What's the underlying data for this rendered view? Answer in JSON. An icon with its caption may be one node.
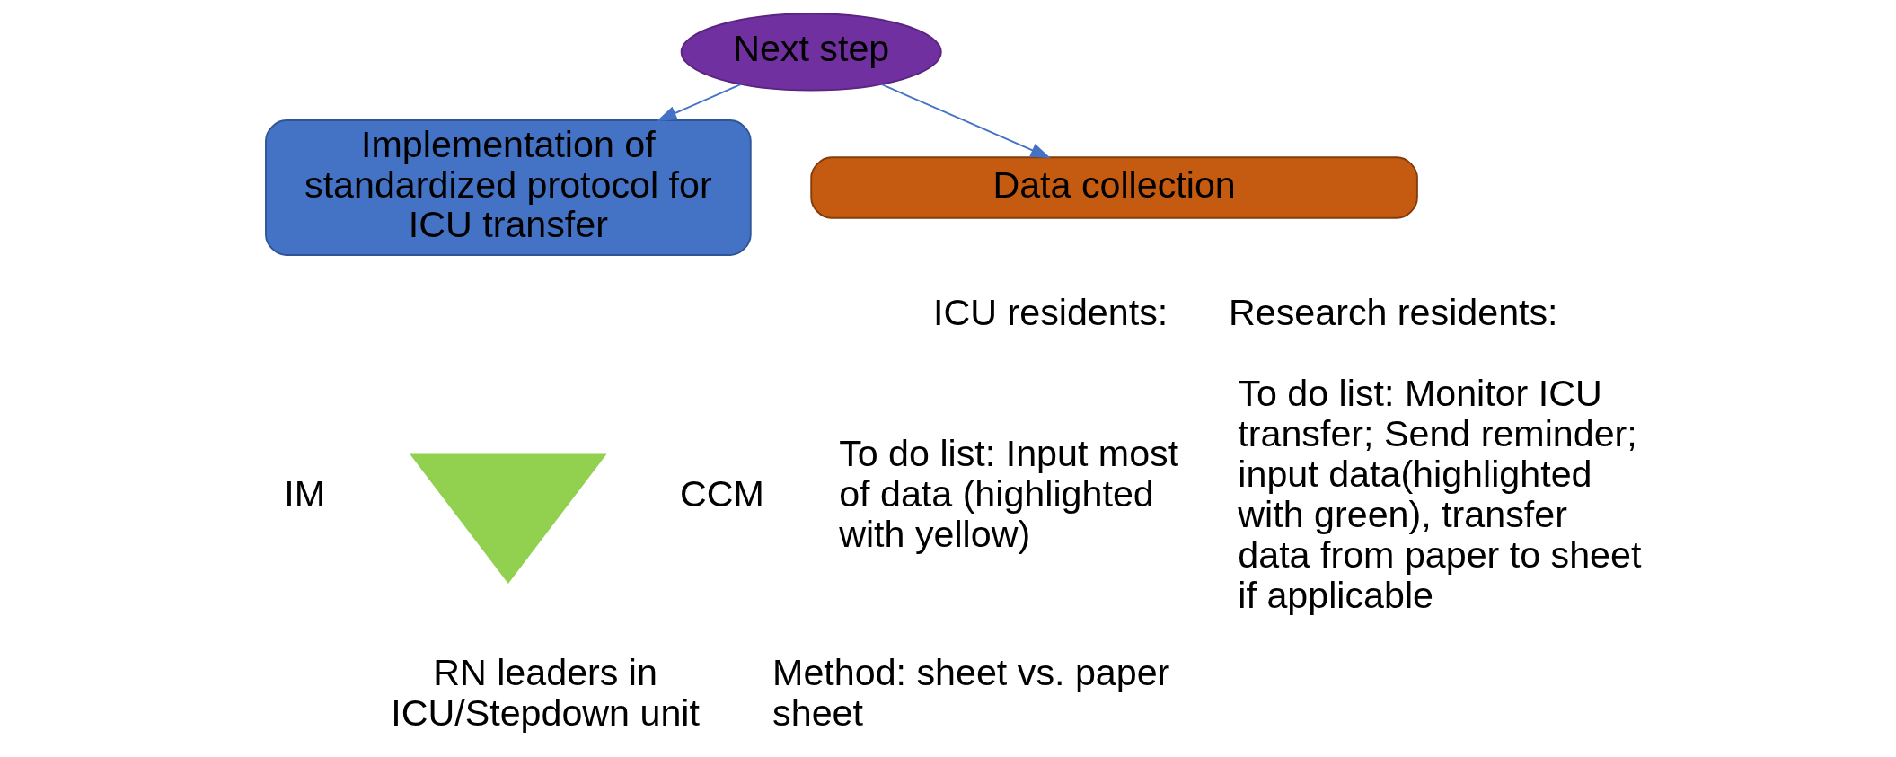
{
  "diagram": {
    "nodes": [
      {
        "text": [
          "Next step"
        ]
      },
      {
        "text": [
          "Implementation of standardized protocol for ICU transfer"
        ]
      },
      {
        "text": [
          "Data collection"
        ]
      },
      {
        "text": [],
        "shape": "triangle",
        "beside": [
          "IM",
          "CCM",
          "RN leaders in ICU/Stepdown unit"
        ]
      }
    ],
    "edges": [
      {
        "from": 0,
        "to": 1,
        "arrow": "to"
      },
      {
        "from": 0,
        "to": 2,
        "arrow": "to"
      }
    ],
    "labels": [
      "ICU residents:",
      "To do list: Input most of data (highlighted with yellow)",
      "Method: sheet vs. paper sheet",
      "Research residents:",
      "To do list: Monitor ICU transfer; Send reminder; input data(highlighted with green), transfer data from paper to sheet if applicable"
    ]
  }
}
